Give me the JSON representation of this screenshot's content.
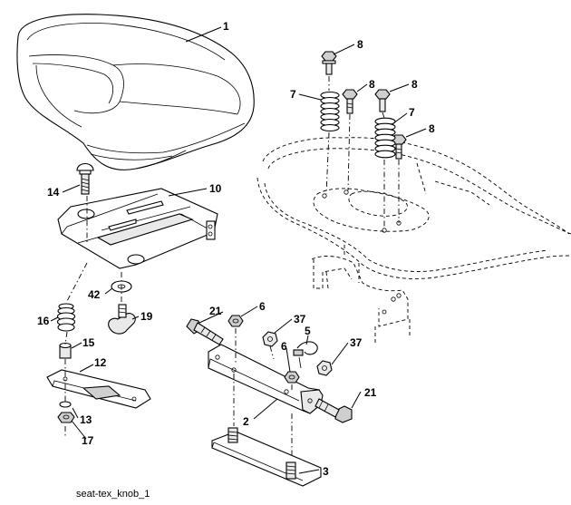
{
  "caption": "seat-tex_knob_1",
  "callouts": [
    {
      "id": "c1",
      "text": "1"
    },
    {
      "id": "c2",
      "text": "2"
    },
    {
      "id": "c3",
      "text": "3"
    },
    {
      "id": "c5",
      "text": "5"
    },
    {
      "id": "c6a",
      "text": "6"
    },
    {
      "id": "c6b",
      "text": "6"
    },
    {
      "id": "c7a",
      "text": "7"
    },
    {
      "id": "c7b",
      "text": "7"
    },
    {
      "id": "c8a",
      "text": "8"
    },
    {
      "id": "c8b",
      "text": "8"
    },
    {
      "id": "c8c",
      "text": "8"
    },
    {
      "id": "c8d",
      "text": "8"
    },
    {
      "id": "c10",
      "text": "10"
    },
    {
      "id": "c12",
      "text": "12"
    },
    {
      "id": "c13",
      "text": "13"
    },
    {
      "id": "c14",
      "text": "14"
    },
    {
      "id": "c15",
      "text": "15"
    },
    {
      "id": "c16",
      "text": "16"
    },
    {
      "id": "c17",
      "text": "17"
    },
    {
      "id": "c19",
      "text": "19"
    },
    {
      "id": "c21a",
      "text": "21"
    },
    {
      "id": "c21b",
      "text": "21"
    },
    {
      "id": "c37a",
      "text": "37"
    },
    {
      "id": "c37b",
      "text": "37"
    },
    {
      "id": "c42",
      "text": "42"
    }
  ]
}
